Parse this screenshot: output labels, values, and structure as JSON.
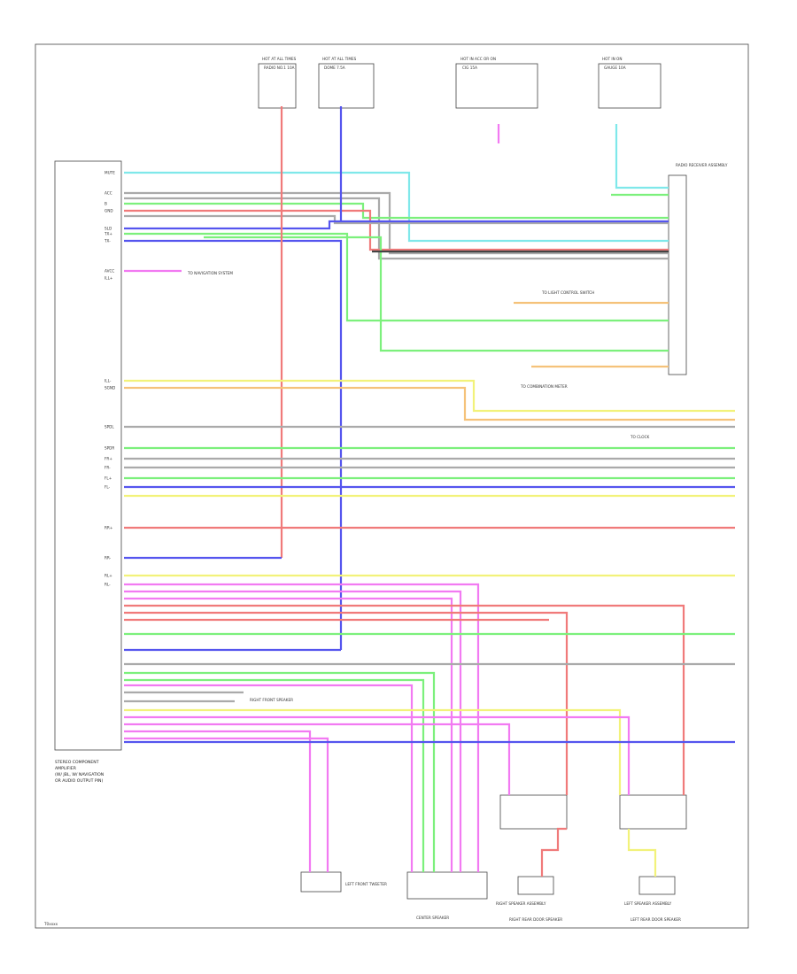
{
  "page_code": "T0xxxx",
  "module": {
    "name_line1": "STEREO COMPONENT",
    "name_line2": "AMPLIFIER",
    "name_line3": "(W/ JBL, W/ NAVIGATION",
    "name_line4": "OR AUDIO OUTPUT PIN)"
  },
  "fuses": [
    {
      "label": "HOT AT ALL TIMES",
      "name": "RADIO NO.1 10A"
    },
    {
      "label": "HOT AT ALL TIMES",
      "name": "DOME 7.5A"
    },
    {
      "label": "HOT IN ACC OR ON",
      "name": "CIG 15A"
    },
    {
      "label": "HOT IN ON",
      "name": "GAUGE 10A"
    }
  ],
  "radio_receiver": {
    "name": "RADIO RECEIVER ASSEMBLY"
  },
  "bottom_components": {
    "tweeter": "LEFT FRONT TWEETER",
    "center": "CENTER SPEAKER",
    "rr_door": "RIGHT REAR DOOR SPEAKER",
    "lr_door": "LEFT REAR DOOR SPEAKER",
    "rr_sub": "RIGHT SPEAKER ASSEMBLY",
    "lr_sub": "LEFT SPEAKER ASSEMBLY"
  },
  "wire_colors": {
    "ltblu": "#7fe8ea",
    "grn": "#7cf07c",
    "blu": "#5555ee",
    "red": "#f07a7a",
    "yel": "#f2f27a",
    "pnk": "#f27af2",
    "gry": "#aaaaaa",
    "org": "#f5c27a",
    "vio": "#c9a0ef",
    "blk": "#444444"
  },
  "pins_left": [
    "MUTE",
    "ACC",
    "B",
    "GND",
    "SLD",
    "TX+",
    "TX-",
    "AVCC",
    "ILL+",
    "ILL-",
    "SGND",
    "SPDL",
    "SPDR",
    "FR+",
    "FR-",
    "FL+",
    "FL-",
    "RR+",
    "RR-",
    "RL+",
    "RL-"
  ],
  "annotations": [
    "TO NAVIGATION SYSTEM",
    "TO COMBINATION METER",
    "TO CLOCK",
    "TO LIGHT CONTROL SWITCH",
    "RIGHT FRONT SPEAKER"
  ]
}
